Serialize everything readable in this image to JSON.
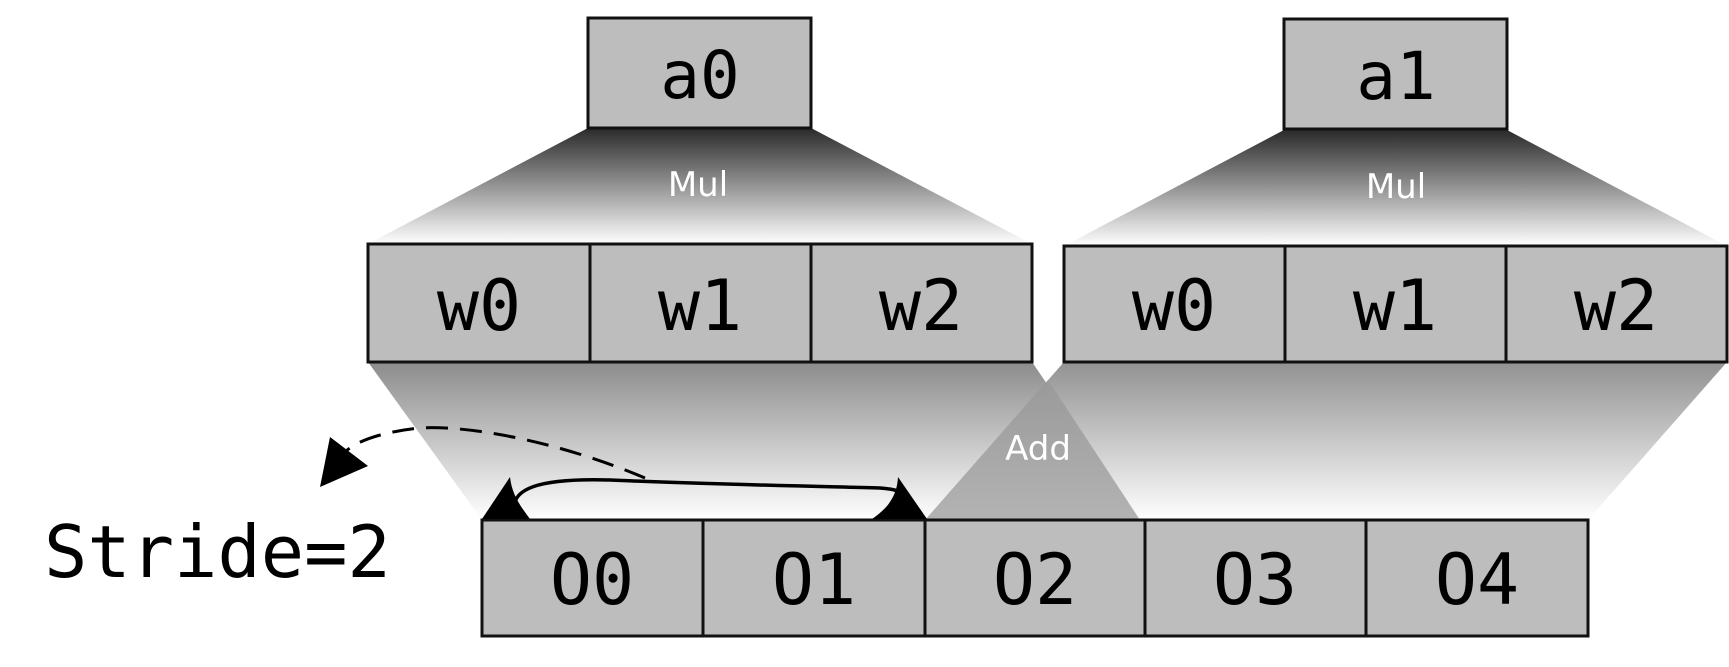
{
  "inputs": {
    "a0": "a0",
    "a1": "a1"
  },
  "ops": {
    "mul_left": "Mul",
    "mul_right": "Mul",
    "add": "Add"
  },
  "weights_left": [
    "w0",
    "w1",
    "w2"
  ],
  "weights_right": [
    "w0",
    "w1",
    "w2"
  ],
  "outputs": [
    "O0",
    "O1",
    "O2",
    "O3",
    "O4"
  ],
  "stride_label": "Stride=2",
  "colors": {
    "box_fill": "#bdbdbd",
    "box_stroke": "#111111",
    "gradient_dark": "#2a2a2a",
    "gradient_light": "#ffffff",
    "op_text": "#ffffff"
  }
}
